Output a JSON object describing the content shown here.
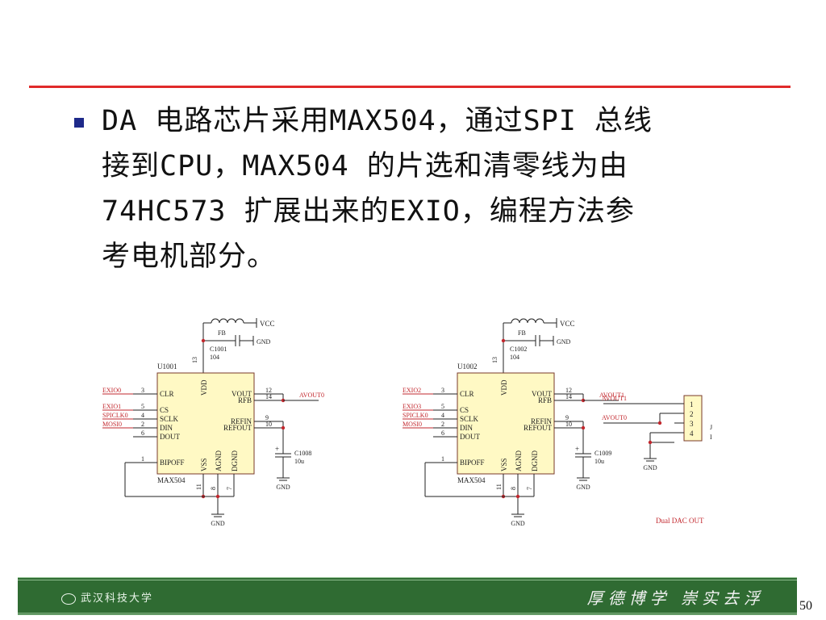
{
  "slide": {
    "body_lines": [
      "DA 电路芯片采用MAX504，通过SPI 总线",
      "接到CPU，MAX504 的片选和清零线为由",
      "74HC573 扩展出来的EXIO，编程方法参",
      "考电机部分。"
    ],
    "page_number": "50"
  },
  "schematic": {
    "vcc": "VCC",
    "gnd": "GND",
    "fb": "FB",
    "chips": [
      {
        "ref": "U1001",
        "part": "MAX504",
        "cap": "C1001",
        "cap_val": "104",
        "out_cap": "C1008",
        "out_cap_val": "10u",
        "out_net": "AVOUT0",
        "clr_net": "EXIO0",
        "cs_net": "EXIO1",
        "sclk_net": "SPICLK0",
        "din_net": "MOSI0"
      },
      {
        "ref": "U1002",
        "part": "MAX504",
        "cap": "C1002",
        "cap_val": "104",
        "out_cap": "C1009",
        "out_cap_val": "10u",
        "out_net": "AVOUT1",
        "clr_net": "EXIO2",
        "cs_net": "EXIO3",
        "sclk_net": "SPICLK0",
        "din_net": "MOSI0"
      }
    ],
    "pins": {
      "vdd": "VDD",
      "vdd_num": "13",
      "left": [
        {
          "num": "3",
          "name": "CLR"
        },
        {
          "num": "5",
          "name": "CS"
        },
        {
          "num": "4",
          "name": "SCLK"
        },
        {
          "num": "2",
          "name": "DIN"
        },
        {
          "num": "6",
          "name": "DOUT"
        },
        {
          "num": "1",
          "name": "BIPOFF"
        }
      ],
      "right": [
        {
          "num": "12",
          "name": "VOUT"
        },
        {
          "num": "14",
          "name": "RFB"
        },
        {
          "num": "9",
          "name": "REFIN"
        },
        {
          "num": "10",
          "name": "REFOUT"
        }
      ],
      "bottom": [
        {
          "num": "11",
          "name": "VSS"
        },
        {
          "num": "8",
          "name": "AGND"
        },
        {
          "num": "7",
          "name": "DGND"
        }
      ]
    },
    "connector": {
      "pins": [
        "1",
        "2",
        "3",
        "4"
      ],
      "nets": [
        "AVOUT1",
        "AVOUT0"
      ],
      "ref": "J",
      "ref2": "I",
      "caption": "Dual DAC OUT"
    },
    "colors": {
      "line": "#222222",
      "net": "#c2272d",
      "chip_fill": "#fff9c4",
      "chip_stroke": "#7a3a2a",
      "junction": "#c2272d"
    }
  },
  "footer": {
    "logo_text": "武汉科技大学",
    "motto": "厚德博学 崇实去浮"
  }
}
